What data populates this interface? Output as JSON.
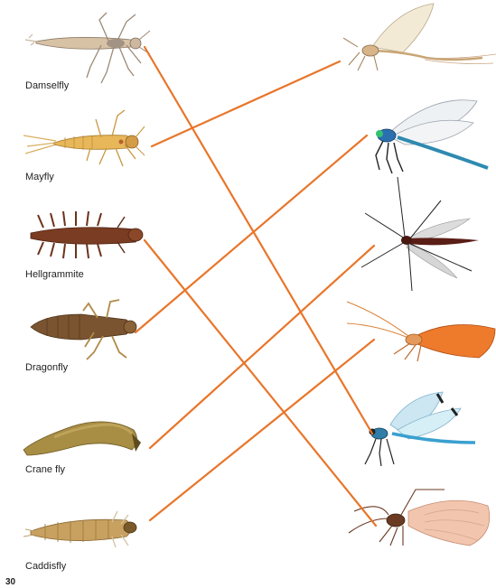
{
  "larvae": [
    {
      "label": "Damselfly",
      "icon": "damselfly-nymph-icon"
    },
    {
      "label": "Mayfly",
      "icon": "mayfly-nymph-icon"
    },
    {
      "label": "Hellgrammite",
      "icon": "hellgrammite-larva-icon"
    },
    {
      "label": "Dragonfly",
      "icon": "dragonfly-nymph-icon"
    },
    {
      "label": "Crane fly",
      "icon": "crane-fly-larva-icon"
    },
    {
      "label": "Caddisfly",
      "icon": "caddisfly-larva-icon"
    }
  ],
  "adults": [
    {
      "icon": "mayfly-adult-icon"
    },
    {
      "icon": "damselfly-adult-blue-icon"
    },
    {
      "icon": "crane-fly-adult-icon"
    },
    {
      "icon": "caddisfly-adult-orange-icon"
    },
    {
      "icon": "damselfly-adult-light-blue-icon"
    },
    {
      "icon": "caddisfly-adult-pink-icon"
    }
  ],
  "connections": [
    {
      "from": "Damselfly",
      "to_adult_index": 4
    },
    {
      "from": "Mayfly",
      "to_adult_index": 0
    },
    {
      "from": "Hellgrammite",
      "to_adult_index": 5
    },
    {
      "from": "Dragonfly",
      "to_adult_index": 1
    },
    {
      "from": "Crane fly",
      "to_adult_index": 2
    },
    {
      "from": "Caddisfly",
      "to_adult_index": 3
    }
  ],
  "line_color": "#e8762a",
  "page_number": "30"
}
